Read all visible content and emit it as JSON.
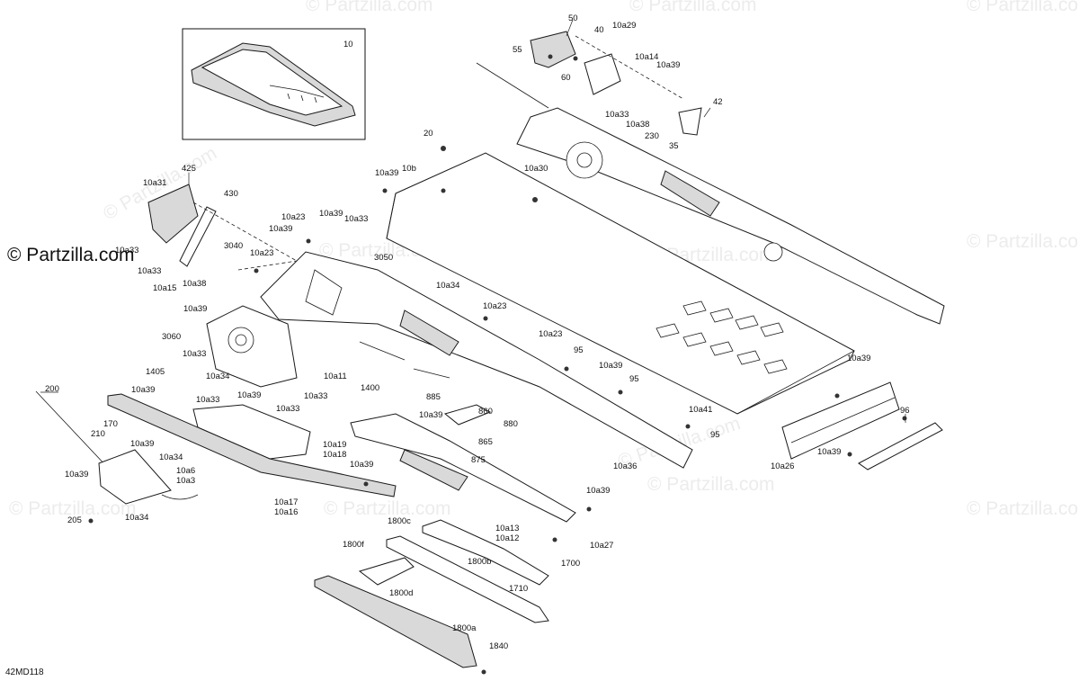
{
  "watermark": {
    "text": "© Partzilla.com",
    "text_left": "© Partzilla.com"
  },
  "diagram_code": "42MD118",
  "inset_label": "10",
  "callouts": [
    {
      "id": "50",
      "text": "50"
    },
    {
      "id": "10a29",
      "text": "10a29"
    },
    {
      "id": "40",
      "text": "40"
    },
    {
      "id": "55",
      "text": "55"
    },
    {
      "id": "60",
      "text": "60"
    },
    {
      "id": "10a14",
      "text": "10a14"
    },
    {
      "id": "10a39_t",
      "text": "10a39"
    },
    {
      "id": "42",
      "text": "42"
    },
    {
      "id": "10a33_t",
      "text": "10a33"
    },
    {
      "id": "10a38_t",
      "text": "10a38"
    },
    {
      "id": "230",
      "text": "230"
    },
    {
      "id": "35",
      "text": "35"
    },
    {
      "id": "20",
      "text": "20"
    },
    {
      "id": "10a39_m",
      "text": "10a39"
    },
    {
      "id": "10b",
      "text": "10b"
    },
    {
      "id": "10a30",
      "text": "10a30"
    },
    {
      "id": "425",
      "text": "425"
    },
    {
      "id": "10a31",
      "text": "10a31"
    },
    {
      "id": "430",
      "text": "430"
    },
    {
      "id": "10a23_a",
      "text": "10a23"
    },
    {
      "id": "10a39_b",
      "text": "10a39"
    },
    {
      "id": "10a33_a",
      "text": "10a33"
    },
    {
      "id": "10a39_c",
      "text": "10a39"
    },
    {
      "id": "10a33_b",
      "text": "10a33"
    },
    {
      "id": "10a33_c",
      "text": "10a33"
    },
    {
      "id": "10a15",
      "text": "10a15"
    },
    {
      "id": "10a38_b",
      "text": "10a38"
    },
    {
      "id": "3040",
      "text": "3040"
    },
    {
      "id": "10a23_b",
      "text": "10a23"
    },
    {
      "id": "3050",
      "text": "3050"
    },
    {
      "id": "10a34_a",
      "text": "10a34"
    },
    {
      "id": "10a23_c",
      "text": "10a23"
    },
    {
      "id": "10a39_d",
      "text": "10a39"
    },
    {
      "id": "3060",
      "text": "3060"
    },
    {
      "id": "10a33_d",
      "text": "10a33"
    },
    {
      "id": "1405",
      "text": "1405"
    },
    {
      "id": "10a34_b",
      "text": "10a34"
    },
    {
      "id": "10a33_e",
      "text": "10a33"
    },
    {
      "id": "10a11",
      "text": "10a11"
    },
    {
      "id": "10a23_d",
      "text": "10a23"
    },
    {
      "id": "95_a",
      "text": "95"
    },
    {
      "id": "10a39_e",
      "text": "10a39"
    },
    {
      "id": "95_b",
      "text": "95"
    },
    {
      "id": "1400",
      "text": "1400"
    },
    {
      "id": "10a33_f",
      "text": "10a33"
    },
    {
      "id": "10a39_f",
      "text": "10a39"
    },
    {
      "id": "10a33_g",
      "text": "10a33"
    },
    {
      "id": "200",
      "text": "200"
    },
    {
      "id": "10a39_g",
      "text": "10a39"
    },
    {
      "id": "885",
      "text": "885"
    },
    {
      "id": "10a39_h",
      "text": "10a39"
    },
    {
      "id": "860",
      "text": "860"
    },
    {
      "id": "880",
      "text": "880"
    },
    {
      "id": "865",
      "text": "865"
    },
    {
      "id": "10a41",
      "text": "10a41"
    },
    {
      "id": "95_c",
      "text": "95"
    },
    {
      "id": "170",
      "text": "170"
    },
    {
      "id": "210",
      "text": "210"
    },
    {
      "id": "10a39_i",
      "text": "10a39"
    },
    {
      "id": "10a34_c",
      "text": "10a34"
    },
    {
      "id": "10a19",
      "text": "10a19"
    },
    {
      "id": "10a18",
      "text": "10a18"
    },
    {
      "id": "875",
      "text": "875"
    },
    {
      "id": "10a36",
      "text": "10a36"
    },
    {
      "id": "10a39_j",
      "text": "10a39"
    },
    {
      "id": "10a6",
      "text": "10a6"
    },
    {
      "id": "10a3",
      "text": "10a3"
    },
    {
      "id": "10a39_k",
      "text": "10a39"
    },
    {
      "id": "10a39_l",
      "text": "10a39"
    },
    {
      "id": "10a26",
      "text": "10a26"
    },
    {
      "id": "96",
      "text": "96"
    },
    {
      "id": "10a39_m2",
      "text": "10a39"
    },
    {
      "id": "10a17",
      "text": "10a17"
    },
    {
      "id": "10a16",
      "text": "10a16"
    },
    {
      "id": "10a39_n",
      "text": "10a39"
    },
    {
      "id": "205",
      "text": "205"
    },
    {
      "id": "10a34_d",
      "text": "10a34"
    },
    {
      "id": "1800c",
      "text": "1800c"
    },
    {
      "id": "10a13",
      "text": "10a13"
    },
    {
      "id": "10a12",
      "text": "10a12"
    },
    {
      "id": "10a27",
      "text": "10a27"
    },
    {
      "id": "1800f",
      "text": "1800f"
    },
    {
      "id": "1800b",
      "text": "1800b"
    },
    {
      "id": "1700",
      "text": "1700"
    },
    {
      "id": "1710",
      "text": "1710"
    },
    {
      "id": "1800d",
      "text": "1800d"
    },
    {
      "id": "1800a",
      "text": "1800a"
    },
    {
      "id": "1840",
      "text": "1840"
    }
  ]
}
